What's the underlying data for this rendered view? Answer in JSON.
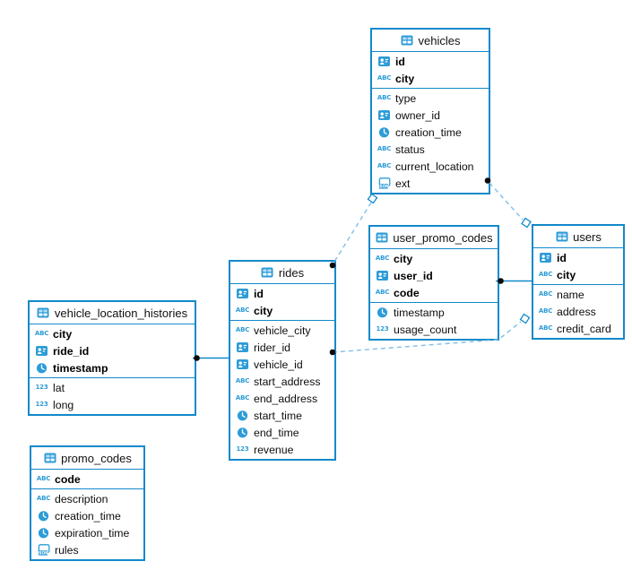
{
  "colors": {
    "table_border": "#1289CB",
    "icon_blue": "#2D9CD7",
    "dashed_line": "#7FC0E8",
    "solid_line": "#1289CB",
    "text": "#0d0d0d",
    "background": "#ffffff"
  },
  "diagram": {
    "tables": [
      {
        "name": "vehicles",
        "columns": [
          {
            "name": "id",
            "type": "uuid",
            "key": true
          },
          {
            "name": "city",
            "type": "text",
            "key": true
          },
          {
            "name": "type",
            "type": "text",
            "key": false
          },
          {
            "name": "owner_id",
            "type": "uuid",
            "key": false
          },
          {
            "name": "creation_time",
            "type": "time",
            "key": false
          },
          {
            "name": "status",
            "type": "text",
            "key": false
          },
          {
            "name": "current_location",
            "type": "text",
            "key": false
          },
          {
            "name": "ext",
            "type": "json",
            "key": false
          }
        ]
      },
      {
        "name": "user_promo_codes",
        "columns": [
          {
            "name": "city",
            "type": "text",
            "key": true
          },
          {
            "name": "user_id",
            "type": "uuid",
            "key": true
          },
          {
            "name": "code",
            "type": "text",
            "key": true
          },
          {
            "name": "timestamp",
            "type": "time",
            "key": false
          },
          {
            "name": "usage_count",
            "type": "number",
            "key": false
          }
        ]
      },
      {
        "name": "users",
        "columns": [
          {
            "name": "id",
            "type": "uuid",
            "key": true
          },
          {
            "name": "city",
            "type": "text",
            "key": true
          },
          {
            "name": "name",
            "type": "text",
            "key": false
          },
          {
            "name": "address",
            "type": "text",
            "key": false
          },
          {
            "name": "credit_card",
            "type": "text",
            "key": false
          }
        ]
      },
      {
        "name": "rides",
        "columns": [
          {
            "name": "id",
            "type": "uuid",
            "key": true
          },
          {
            "name": "city",
            "type": "text",
            "key": true
          },
          {
            "name": "vehicle_city",
            "type": "text",
            "key": false
          },
          {
            "name": "rider_id",
            "type": "uuid",
            "key": false
          },
          {
            "name": "vehicle_id",
            "type": "uuid",
            "key": false
          },
          {
            "name": "start_address",
            "type": "text",
            "key": false
          },
          {
            "name": "end_address",
            "type": "text",
            "key": false
          },
          {
            "name": "start_time",
            "type": "time",
            "key": false
          },
          {
            "name": "end_time",
            "type": "time",
            "key": false
          },
          {
            "name": "revenue",
            "type": "number",
            "key": false
          }
        ]
      },
      {
        "name": "vehicle_location_histories",
        "columns": [
          {
            "name": "city",
            "type": "text",
            "key": true
          },
          {
            "name": "ride_id",
            "type": "uuid",
            "key": true
          },
          {
            "name": "timestamp",
            "type": "time",
            "key": true
          },
          {
            "name": "lat",
            "type": "number",
            "key": false
          },
          {
            "name": "long",
            "type": "number",
            "key": false
          }
        ]
      },
      {
        "name": "promo_codes",
        "columns": [
          {
            "name": "code",
            "type": "text",
            "key": true
          },
          {
            "name": "description",
            "type": "text",
            "key": false
          },
          {
            "name": "creation_time",
            "type": "time",
            "key": false
          },
          {
            "name": "expiration_time",
            "type": "time",
            "key": false
          },
          {
            "name": "rules",
            "type": "json",
            "key": false
          }
        ]
      }
    ],
    "relationships": [
      {
        "from": "rides",
        "to": "vehicles",
        "style": "dashed",
        "from_marker": "dot",
        "to_marker": "square"
      },
      {
        "from": "vehicles",
        "to": "users",
        "style": "dashed",
        "from_marker": "dot",
        "to_marker": "square"
      },
      {
        "from": "user_promo_codes",
        "to": "users",
        "style": "solid",
        "from_marker": "dot",
        "to_marker": "none"
      },
      {
        "from": "rides",
        "to": "users",
        "style": "dashed",
        "from_marker": "dot",
        "to_marker": "square"
      },
      {
        "from": "vehicle_location_histories",
        "to": "rides",
        "style": "solid",
        "from_marker": "dot",
        "to_marker": "none"
      }
    ]
  }
}
